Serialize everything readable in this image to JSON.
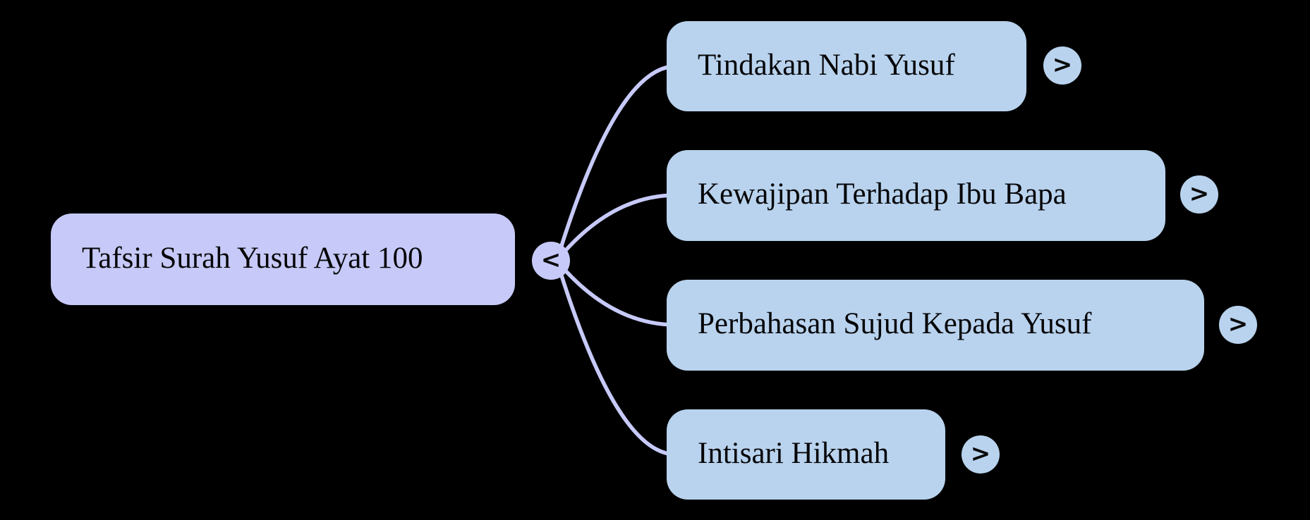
{
  "diagram": {
    "type": "mindmap",
    "background_color": "#000000",
    "link_color": "#c7caf8",
    "root": {
      "label": "Tafsir Surah Yusuf Ayat 100",
      "fill_color": "#c7caf8",
      "collapse_icon": "<"
    },
    "children": [
      {
        "label": "Tindakan Nabi Yusuf",
        "fill_color": "#b9d3ee",
        "expand_icon": ">"
      },
      {
        "label": "Kewajipan Terhadap Ibu Bapa",
        "fill_color": "#b9d3ee",
        "expand_icon": ">"
      },
      {
        "label": "Perbahasan Sujud Kepada Yusuf",
        "fill_color": "#b9d3ee",
        "expand_icon": ">"
      },
      {
        "label": "Intisari Hikmah",
        "fill_color": "#b9d3ee",
        "expand_icon": ">"
      }
    ]
  }
}
